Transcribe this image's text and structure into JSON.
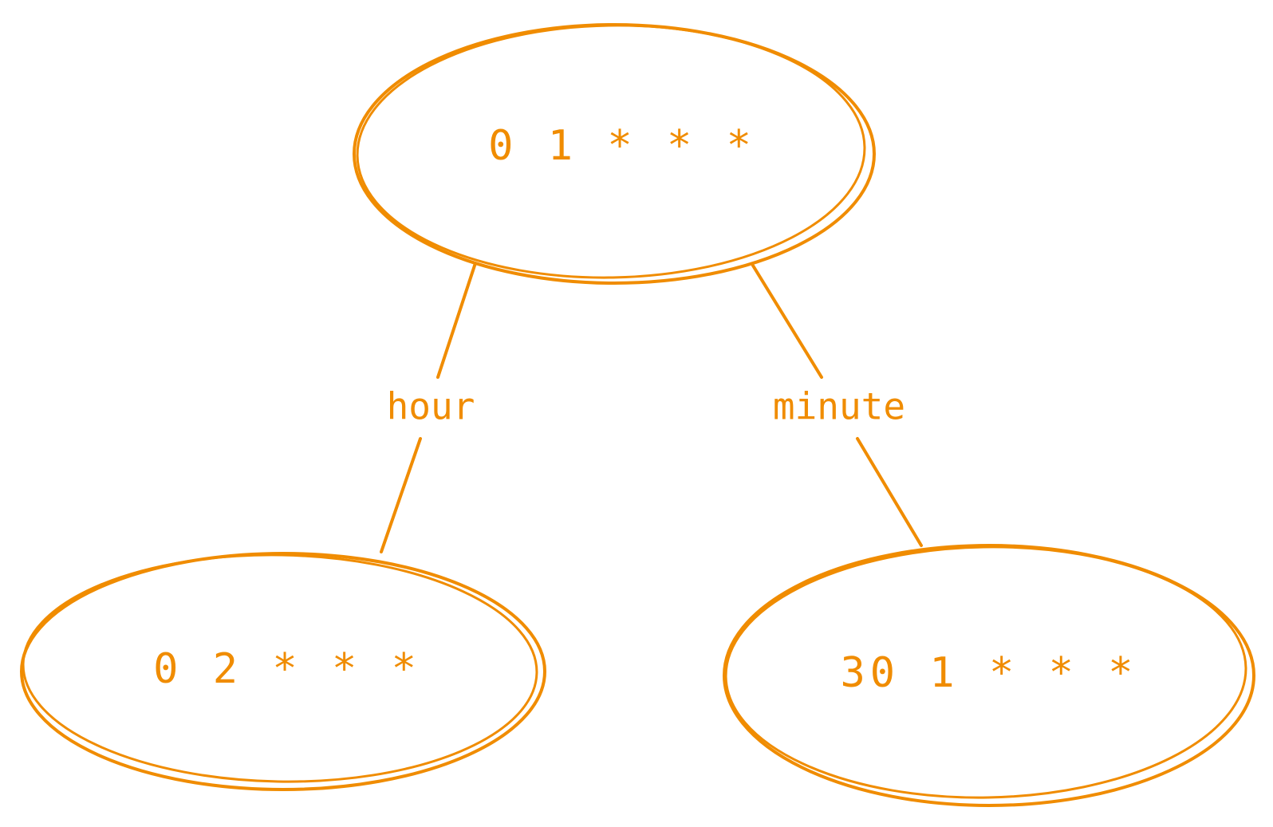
{
  "theme": {
    "stroke_color": "#f08c00",
    "background": "#ffffff"
  },
  "nodes": {
    "root": {
      "label": "0 1 * * *"
    },
    "left": {
      "label": "0 2 * * *"
    },
    "right": {
      "label": "30 1 * * *"
    }
  },
  "edges": {
    "root_to_left": {
      "label": "hour"
    },
    "root_to_right": {
      "label": "minute"
    }
  }
}
